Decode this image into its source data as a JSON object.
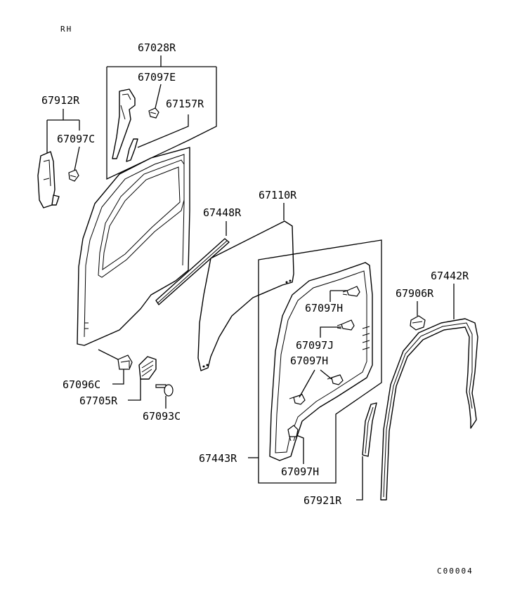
{
  "header": {
    "side": "RH"
  },
  "footer": {
    "code": "C00004"
  },
  "callouts": {
    "p67028R": "67028R",
    "p67097E": "67097E",
    "p67157R": "67157R",
    "p67912R": "67912R",
    "p67097C": "67097C",
    "p67110R": "67110R",
    "p67448R": "67448R",
    "p67442R": "67442R",
    "p67906R": "67906R",
    "p67097H_a": "67097H",
    "p67097J": "67097J",
    "p67097H_b": "67097H",
    "p67096C": "67096C",
    "p67705R": "67705R",
    "p67093C": "67093C",
    "p67443R": "67443R",
    "p67097H_c": "67097H",
    "p67921R": "67921R"
  }
}
